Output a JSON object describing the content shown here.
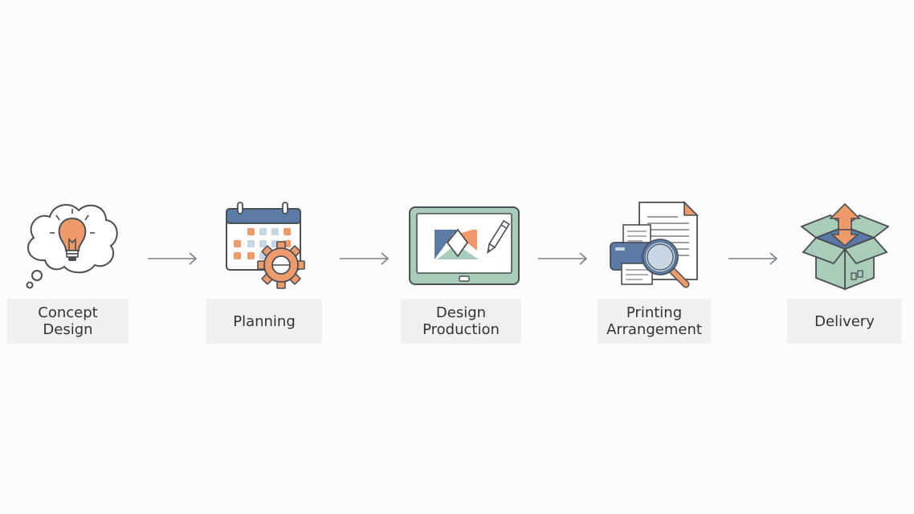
{
  "colors": {
    "outline": "#4a4f55",
    "orange": "#ee9a6a",
    "blue": "#5b7aa6",
    "sage": "#a9cdb9",
    "light_blue": "#c6d6e4",
    "label_bg": "#eff0f0",
    "arrow": "#7a8088"
  },
  "steps": [
    {
      "id": "concept-design",
      "label": "Concept Design",
      "icon": "lightbulb-thought-icon"
    },
    {
      "id": "planning",
      "label": "Planning",
      "icon": "calendar-gear-icon"
    },
    {
      "id": "design-production",
      "label": "Design\nProduction",
      "icon": "tablet-drawing-icon"
    },
    {
      "id": "printing-arrangement",
      "label": "Printing\nArrangement",
      "icon": "printer-documents-magnifier-icon"
    },
    {
      "id": "delivery",
      "label": "Delivery",
      "icon": "open-box-arrows-icon"
    }
  ],
  "connectors": [
    {
      "from": "concept-design",
      "to": "planning",
      "icon": "arrow-right-icon"
    },
    {
      "from": "planning",
      "to": "design-production",
      "icon": "arrow-right-icon"
    },
    {
      "from": "design-production",
      "to": "printing-arrangement",
      "icon": "arrow-right-icon"
    },
    {
      "from": "printing-arrangement",
      "to": "delivery",
      "icon": "arrow-right-icon"
    }
  ]
}
